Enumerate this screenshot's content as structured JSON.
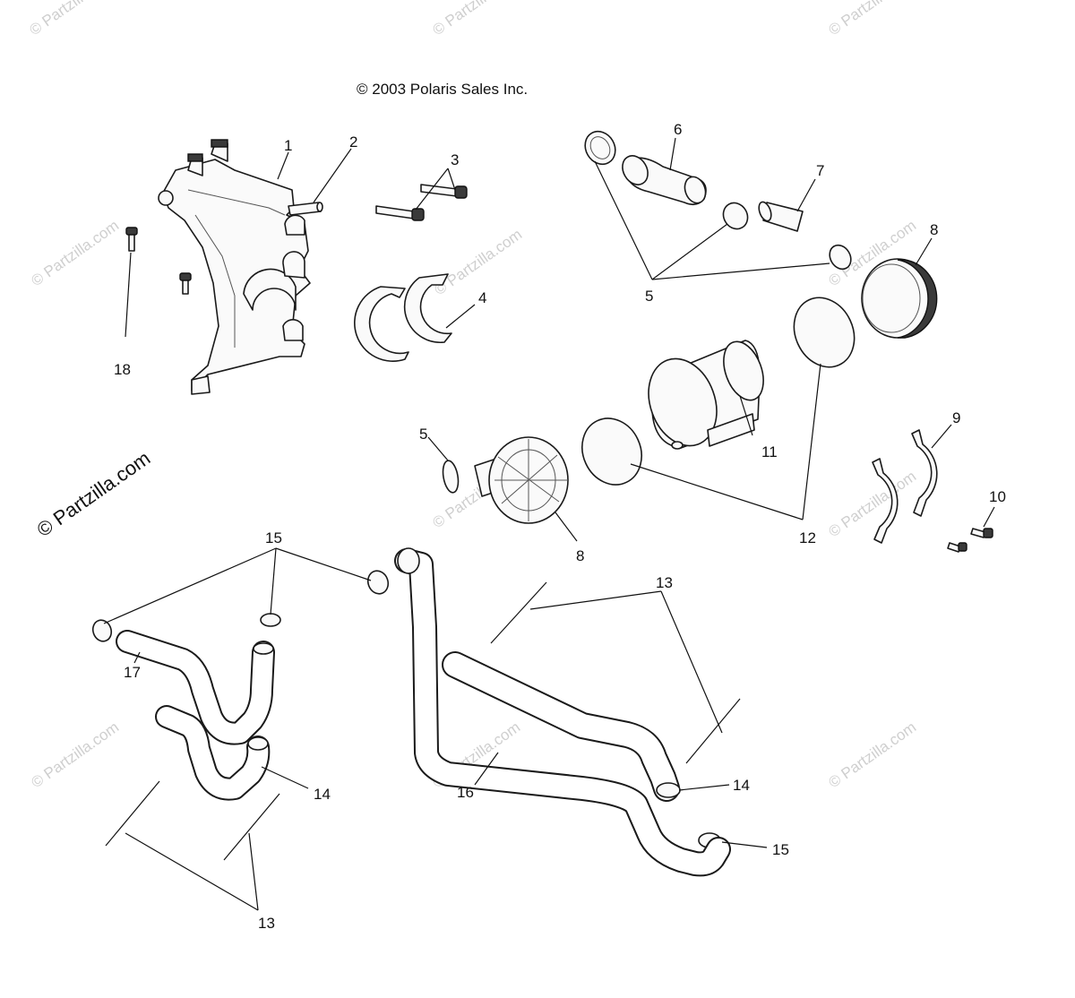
{
  "copyright": "© 2003 Polaris Sales Inc.",
  "watermark": {
    "text": "© Partzilla.com",
    "large_text": "© Partzilla.com"
  },
  "callouts": {
    "c1": "1",
    "c2": "2",
    "c3": "3",
    "c4": "4",
    "c5a": "5",
    "c5b": "5",
    "c6": "6",
    "c7": "7",
    "c8a": "8",
    "c8b": "8",
    "c9": "9",
    "c10": "10",
    "c11": "11",
    "c12": "12",
    "c13a": "13",
    "c13b": "13",
    "c14a": "14",
    "c14b": "14",
    "c15a": "15",
    "c15b": "15",
    "c16": "16",
    "c17": "17",
    "c18": "18"
  }
}
